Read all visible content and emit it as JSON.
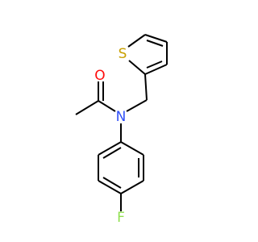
{
  "molecule": {
    "atoms": {
      "oxygen": {
        "symbol": "O",
        "color": "#ff0d0d"
      },
      "nitrogen": {
        "symbol": "N",
        "color": "#3050f8"
      },
      "sulfur": {
        "symbol": "S",
        "color": "#c8a000"
      },
      "fluorine": {
        "symbol": "F",
        "color": "#90e050"
      }
    },
    "bond_color": "#000000",
    "background_color": "#ffffff"
  }
}
